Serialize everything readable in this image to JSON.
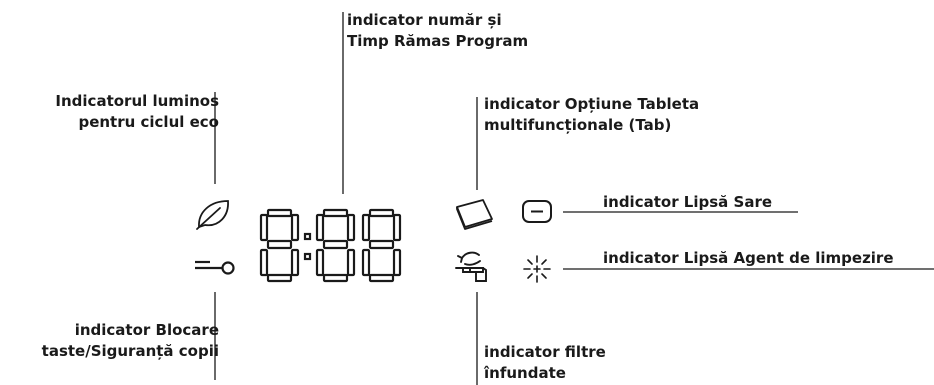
{
  "labels": {
    "eco": {
      "line1": "Indicatorul luminos",
      "line2": "pentru ciclul eco",
      "icon": "leaf-icon"
    },
    "number_time": {
      "line1": "indicator număr și",
      "line2": "Timp Rămas Program"
    },
    "tablet": {
      "line1": "indicator Opțiune Tableta",
      "line2": "multifuncționale (Tab)",
      "icon": "tablet-icon"
    },
    "salt": {
      "text": "indicator Lipsă Sare",
      "icon": "salt-icon"
    },
    "rinse": {
      "text": "indicator Lipsă Agent de limpezire",
      "icon": "rinse-aid-icon"
    },
    "lock": {
      "line1": "indicator Blocare",
      "line2": "taste/Siguranță copii",
      "icon": "key-lock-icon"
    },
    "filter": {
      "line1": "indicator filtre",
      "line2": "înfundate",
      "icon": "clogged-filter-tap-icon"
    }
  },
  "display": {
    "digits": "8:88"
  },
  "colors": {
    "ink": "#1a1a1a"
  }
}
